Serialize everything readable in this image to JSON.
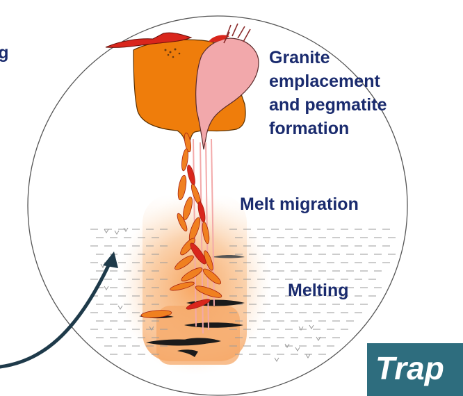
{
  "labels": {
    "cut_text": "ng",
    "granite": "Granite\nemplacement\nand pegmatite\nformation",
    "migration": "Melt migration",
    "melting": "Melting"
  },
  "badge": {
    "text": "Trap",
    "color": "#2e6d7e"
  },
  "colors": {
    "label_text": "#1a2b6e",
    "granite_body": "#ef7d0b",
    "pegmatite_body": "#f2a8ab",
    "melt_red": "#d9261c",
    "melt_orange": "#f08020",
    "arrow": "#1e3a4a",
    "circle_outline": "#555555"
  }
}
